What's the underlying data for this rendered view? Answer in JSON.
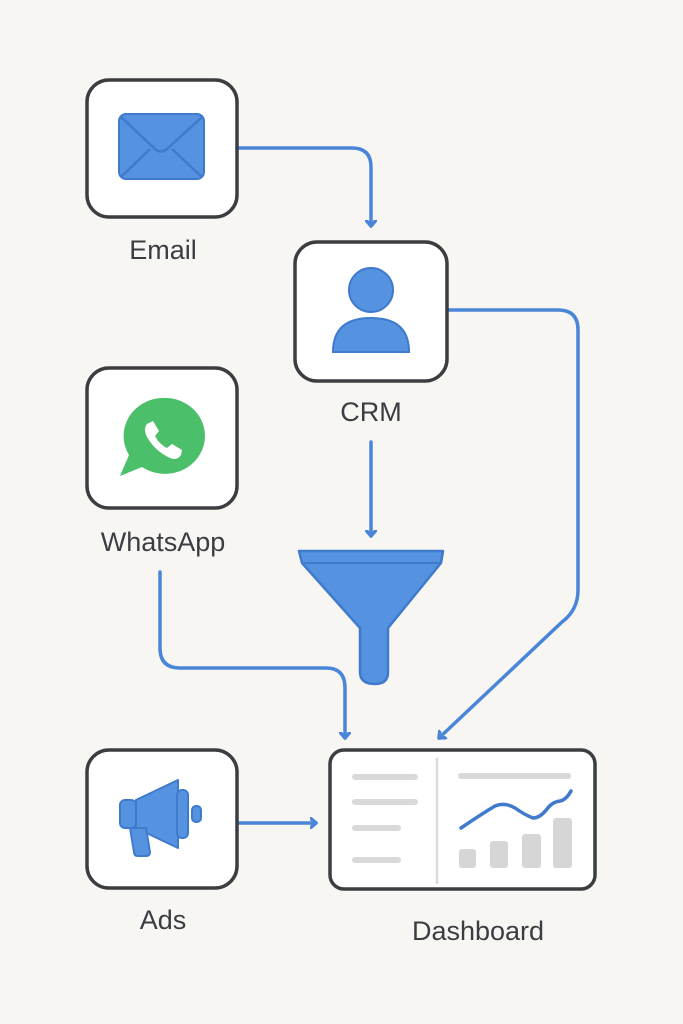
{
  "nodes": {
    "email": {
      "label": "Email",
      "icon": "envelope-icon"
    },
    "crm": {
      "label": "CRM",
      "icon": "person-icon"
    },
    "whatsapp": {
      "label": "WhatsApp",
      "icon": "whatsapp-icon"
    },
    "funnel": {
      "icon": "funnel-icon"
    },
    "ads": {
      "label": "Ads",
      "icon": "megaphone-icon"
    },
    "dashboard": {
      "label": "Dashboard",
      "icon": "dashboard-chart-icon"
    }
  },
  "edges": [
    {
      "from": "Email",
      "to": "CRM"
    },
    {
      "from": "CRM",
      "to": "Funnel"
    },
    {
      "from": "CRM",
      "to": "Dashboard"
    },
    {
      "from": "WhatsApp",
      "to": "Dashboard"
    },
    {
      "from": "Ads",
      "to": "Dashboard"
    }
  ],
  "colors": {
    "accent": "#4a86d8",
    "whatsapp": "#4cbf6b",
    "border": "#3b3d40",
    "background": "#f7f6f3"
  }
}
